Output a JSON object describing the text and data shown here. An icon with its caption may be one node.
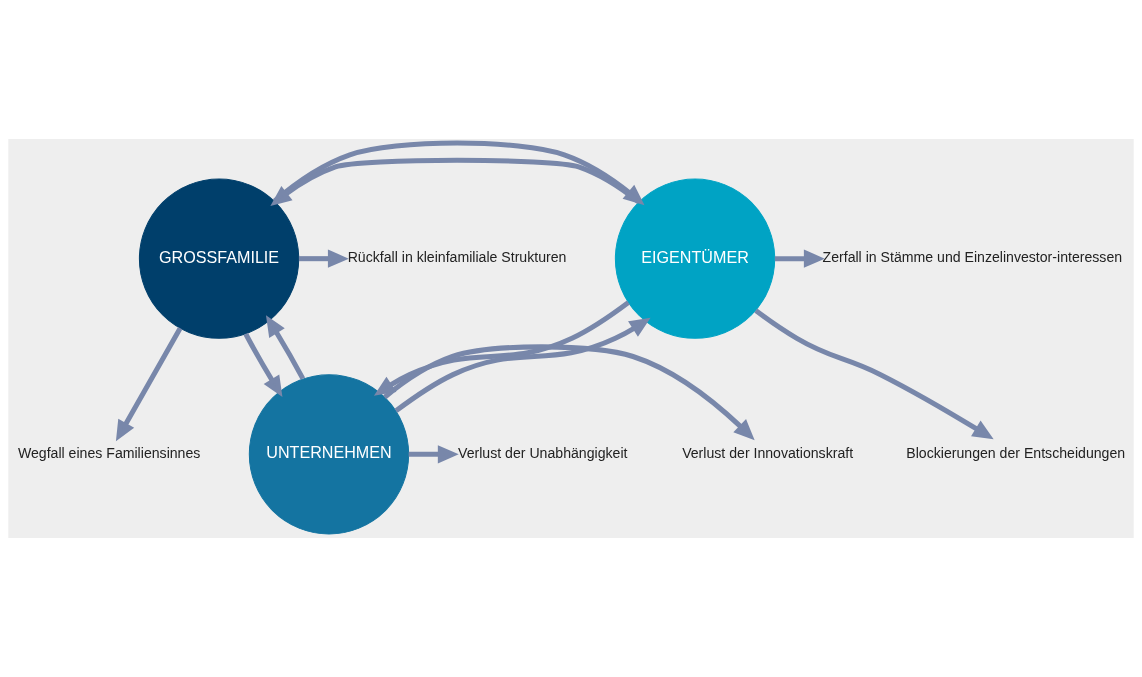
{
  "diagram": {
    "nodes": [
      {
        "text": [
          "GROSSFAMILIE"
        ]
      },
      {
        "text": [
          "EIGENTÜMER"
        ]
      },
      {
        "text": [
          "UNTERNEHMEN"
        ]
      },
      {
        "text": [
          "Rückfall in kleinfamiliale Strukturen"
        ]
      },
      {
        "text": [
          "Wegfall eines Familiensinnes"
        ]
      },
      {
        "text": [
          "Zerfall in Stämme und Einzelinvestor-interessen"
        ]
      },
      {
        "text": [
          "Blockierungen der Entscheidungen"
        ]
      },
      {
        "text": [
          "Verlust der Innovationskraft"
        ]
      },
      {
        "text": [
          "Verlust der Unabhängigkeit"
        ]
      }
    ],
    "edges": [
      {
        "from": 0,
        "to": 3,
        "arrow": "to"
      },
      {
        "from": 0,
        "to": 4,
        "arrow": "to"
      },
      {
        "from": 1,
        "to": 0,
        "arrow": "to"
      },
      {
        "from": 0,
        "to": 1,
        "arrow": "to"
      },
      {
        "from": 1,
        "to": 5,
        "arrow": "to"
      },
      {
        "from": 1,
        "to": 6,
        "arrow": "to"
      },
      {
        "from": 0,
        "to": 2,
        "arrow": "to"
      },
      {
        "from": 2,
        "to": 0,
        "arrow": "to"
      },
      {
        "from": 2,
        "to": 1,
        "arrow": "to"
      },
      {
        "from": 1,
        "to": 2,
        "arrow": "to"
      },
      {
        "from": 2,
        "to": 7,
        "arrow": "to"
      },
      {
        "from": 2,
        "to": 8,
        "arrow": "to"
      }
    ]
  }
}
